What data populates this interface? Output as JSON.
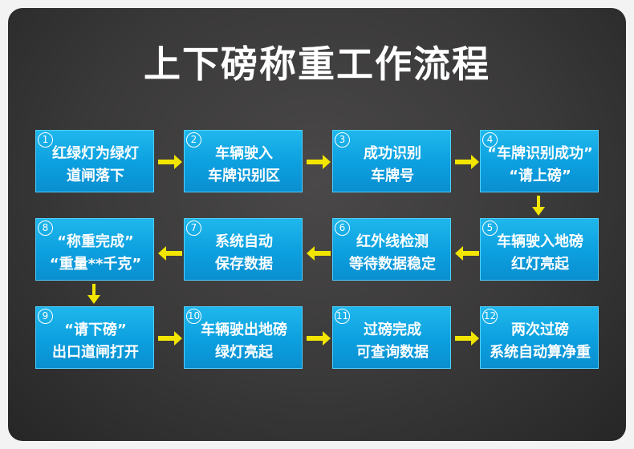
{
  "title": "上下磅称重工作流程",
  "colors": {
    "box": "#0c9fdf",
    "arrow": "#f2e500",
    "text": "#ffffff"
  },
  "steps": [
    {
      "num": "1",
      "line1": "红绿灯为绿灯",
      "line2": "道闸落下"
    },
    {
      "num": "2",
      "line1": "车辆驶入",
      "line2": "车牌识别区"
    },
    {
      "num": "3",
      "line1": "成功识别",
      "line2": "车牌号"
    },
    {
      "num": "4",
      "line1": "“车牌识别成功”",
      "line2": "“请上磅”"
    },
    {
      "num": "5",
      "line1": "车辆驶入地磅",
      "line2": "红灯亮起"
    },
    {
      "num": "6",
      "line1": "红外线检测",
      "line2": "等待数据稳定"
    },
    {
      "num": "7",
      "line1": "系统自动",
      "line2": "保存数据"
    },
    {
      "num": "8",
      "line1": "“称重完成”",
      "line2": "“重量**千克”"
    },
    {
      "num": "9",
      "line1": "“请下磅”",
      "line2": "出口道闸打开"
    },
    {
      "num": "10",
      "line1": "车辆驶出地磅",
      "line2": "绿灯亮起"
    },
    {
      "num": "11",
      "line1": "过磅完成",
      "line2": "可查询数据"
    },
    {
      "num": "12",
      "line1": "两次过磅",
      "line2": "系统自动算净重"
    }
  ]
}
